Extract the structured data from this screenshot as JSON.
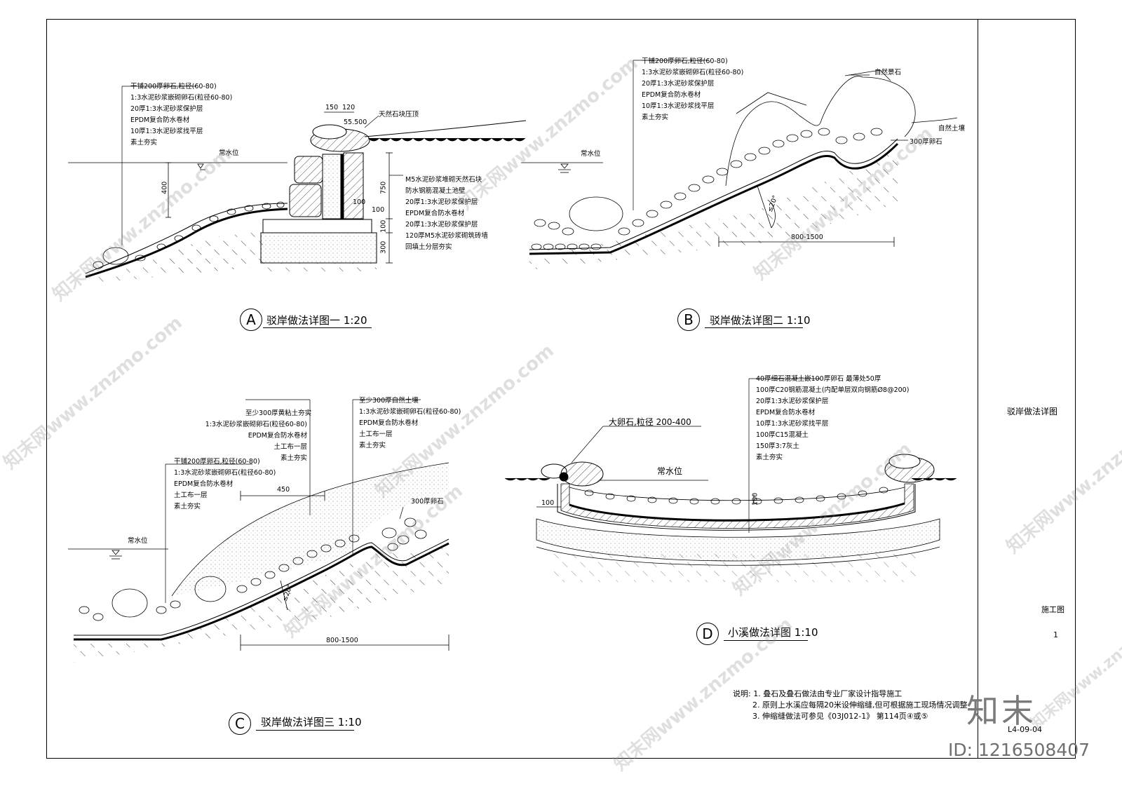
{
  "sheet": {
    "drawing_title": "驳岸做法详图",
    "stage": "施工图",
    "page": "1",
    "drawing_number": "L4-09-04"
  },
  "detail_a": {
    "marker": "A",
    "title": "驳岸做法详图一",
    "scale": "1:20",
    "layers": [
      "干铺200厚卵石,粒径(60-80)",
      "1:3水泥砂浆嵌砌卵石(粒径60-80)",
      "20厚1:3水泥砂浆保护层",
      "EPDM复合防水卷材",
      "10厚1:3水泥砂浆找平层",
      "素土夯实"
    ],
    "wall_layers": [
      "M5水泥砂浆堆砌天然石块",
      "防水钢筋混凝土池壁",
      "20厚1:3水泥砂浆保护层",
      "EPDM复合防水卷材",
      "20厚1:3水泥砂浆保护层",
      "120厚M5水泥砂浆砌筑砖墙",
      "回填土分层夯实"
    ],
    "top_stone": "天然石块压顶",
    "elevation": "55.500",
    "water_level": "常水位",
    "dims": [
      "150",
      "120",
      "400",
      "750",
      "100",
      "100",
      "100",
      "300"
    ]
  },
  "detail_b": {
    "marker": "B",
    "title": "驳岸做法详图二",
    "scale": "1:10",
    "layers": [
      "干铺200厚卵石,粒径(60-80)",
      "1:3水泥砂浆嵌砌卵石(粒径60-80)",
      "20厚1:3水泥砂浆保护层",
      "EPDM复合防水卷材",
      "10厚1:3水泥砂浆找平层",
      "素土夯实"
    ],
    "rock_label": "自然景石",
    "soil_label": "自然土壤",
    "pebble_label": "300厚卵石",
    "water_level": "常水位",
    "angle": "≤20°",
    "dim": "800-1500"
  },
  "detail_c": {
    "marker": "C",
    "title": "驳岸做法详图三",
    "scale": "1:10",
    "layers_a": [
      "至少300厚黄粘土夯实",
      "1:3水泥砂浆嵌砌卵石(粒径60-80)",
      "EPDM复合防水卷材",
      "土工布一层",
      "素土夯实"
    ],
    "layers_b": [
      "至少300厚自然土壤",
      "1:3水泥砂浆嵌砌卵石(粒径60-80)",
      "EPDM复合防水卷材",
      "土工布一层",
      "素土夯实"
    ],
    "layers_c": [
      "干铺200厚卵石,粒径(60-80)",
      "1:3水泥砂浆嵌砌卵石(粒径60-80)",
      "EPDM复合防水卷材",
      "土工布一层",
      "素土夯实"
    ],
    "pebble_label": "300厚卵石",
    "water_level": "常水位",
    "dim_top": "450",
    "angle": "≤20°",
    "dim": "800-1500"
  },
  "detail_d": {
    "marker": "D",
    "title": "小溪做法详图",
    "scale": "1:10",
    "layers": [
      "40厚细石混凝土嵌100厚卵石  最薄处50厚",
      "100厚C20钢筋混凝土(内配单层双向钢筋Ø8@200)",
      "20厚1:3水泥砂浆保护层",
      "EPDM复合防水卷材",
      "10厚1:3水泥砂浆找平层",
      "100厚C15混凝土",
      "150厚3:7灰土",
      "素土夯实"
    ],
    "boulder_label": "大卵石,粒径 200-400",
    "water_level": "常水位",
    "dims": [
      "100",
      "100"
    ]
  },
  "notes": {
    "prefix": "说明:",
    "items": [
      "1.  叠石及叠石做法由专业厂家设计指导施工",
      "2.  原则上水溪应每隔20米设伸缩缝,但可根据施工现场情况调整",
      "3.  伸缩缝做法可参见《03J012-1》  第114页④或⑤"
    ]
  },
  "watermark": {
    "text": "知末网www.znzmo.com",
    "logo": "知末",
    "id": "ID: 1216508407"
  }
}
